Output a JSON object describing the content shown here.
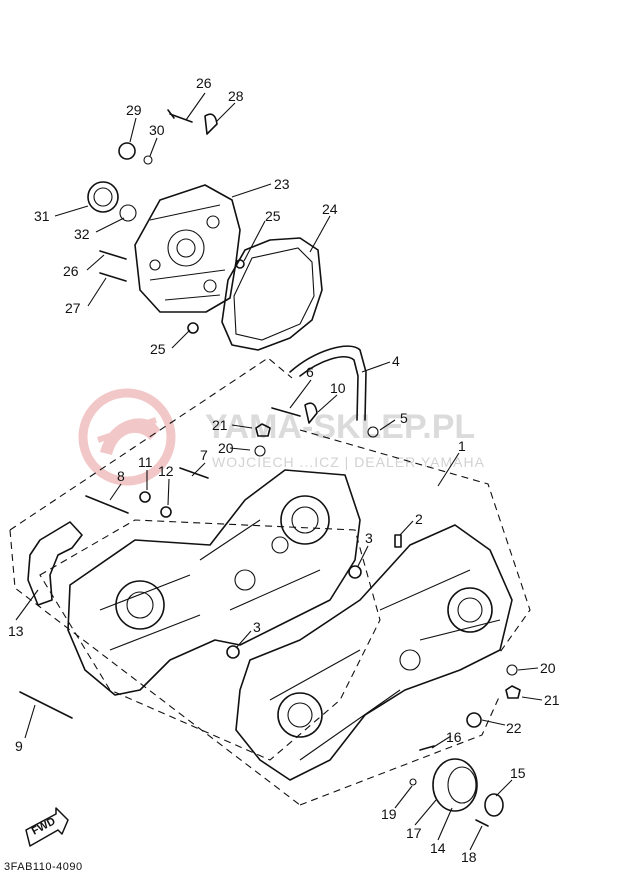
{
  "diagram_code": "3FAB110-4090",
  "watermark": {
    "title": "YAMA-SKLEP.PL",
    "subtitle": "WOJCIECH ...ICZ | DEALER YAMAHA"
  },
  "fwd_label": "FWD",
  "callouts": [
    {
      "id": "c26a",
      "label": "26"
    },
    {
      "id": "c28",
      "label": "28"
    },
    {
      "id": "c29",
      "label": "29"
    },
    {
      "id": "c30",
      "label": "30"
    },
    {
      "id": "c23",
      "label": "23"
    },
    {
      "id": "c31",
      "label": "31"
    },
    {
      "id": "c32",
      "label": "32"
    },
    {
      "id": "c25a",
      "label": "25"
    },
    {
      "id": "c24",
      "label": "24"
    },
    {
      "id": "c26b",
      "label": "26"
    },
    {
      "id": "c27",
      "label": "27"
    },
    {
      "id": "c25b",
      "label": "25"
    },
    {
      "id": "c4",
      "label": "4"
    },
    {
      "id": "c6",
      "label": "6"
    },
    {
      "id": "c10",
      "label": "10"
    },
    {
      "id": "c5",
      "label": "5"
    },
    {
      "id": "c21a",
      "label": "21"
    },
    {
      "id": "c1",
      "label": "1"
    },
    {
      "id": "c20a",
      "label": "20"
    },
    {
      "id": "c7",
      "label": "7"
    },
    {
      "id": "c11",
      "label": "11"
    },
    {
      "id": "c12",
      "label": "12"
    },
    {
      "id": "c8",
      "label": "8"
    },
    {
      "id": "c2",
      "label": "2"
    },
    {
      "id": "c3a",
      "label": "3"
    },
    {
      "id": "c13",
      "label": "13"
    },
    {
      "id": "c3b",
      "label": "3"
    },
    {
      "id": "c20b",
      "label": "20"
    },
    {
      "id": "c21b",
      "label": "21"
    },
    {
      "id": "c9",
      "label": "9"
    },
    {
      "id": "c22",
      "label": "22"
    },
    {
      "id": "c16",
      "label": "16"
    },
    {
      "id": "c15",
      "label": "15"
    },
    {
      "id": "c19",
      "label": "19"
    },
    {
      "id": "c17",
      "label": "17"
    },
    {
      "id": "c14",
      "label": "14"
    },
    {
      "id": "c18",
      "label": "18"
    }
  ]
}
